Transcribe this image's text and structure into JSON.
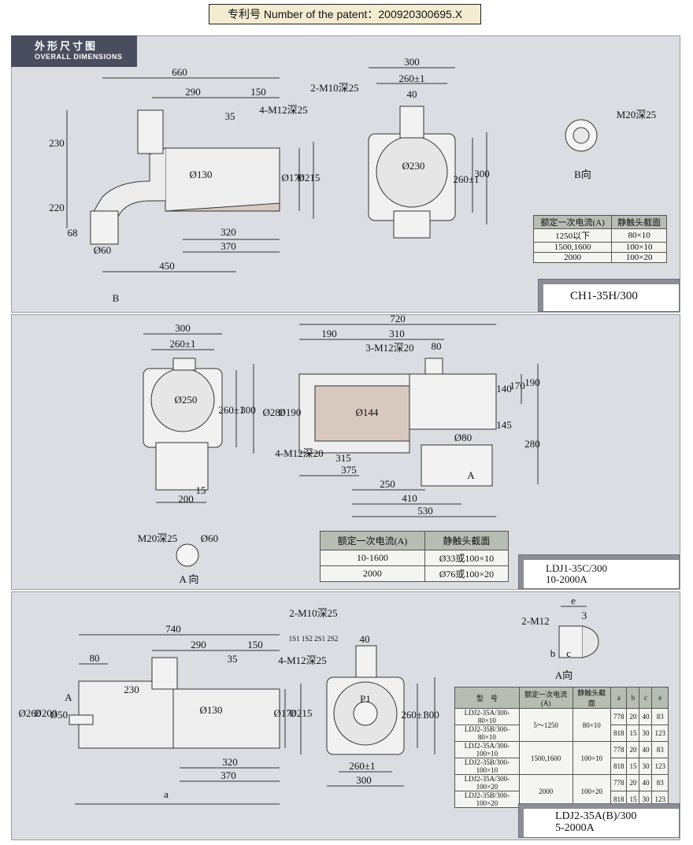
{
  "patent": "专利号 Number of the patent：200920300695.X",
  "header": {
    "cn": "外形尺寸图",
    "en": "OVERALL DIMENSIONS"
  },
  "panel1": {
    "model": "CH1-35H/300",
    "dims_side": [
      "660",
      "290",
      "150",
      "35",
      "4-M12深25",
      "230",
      "220",
      "68",
      "Ø60",
      "Ø130",
      "Ø170",
      "Ø215",
      "320",
      "370",
      "450",
      "B"
    ],
    "dims_front": [
      "300",
      "260±1",
      "2-M10深25",
      "40",
      "Ø230",
      "260±1",
      "300"
    ],
    "view_b": {
      "label": "M20深25",
      "caption": "B向"
    },
    "table": {
      "headers": [
        "额定一次电流(A)",
        "静触头截面"
      ],
      "rows": [
        [
          "1250以下",
          "80×10"
        ],
        [
          "1500,1600",
          "100×10"
        ],
        [
          "2000",
          "100×20"
        ]
      ]
    }
  },
  "panel2": {
    "model_line1": "LDJ1-35C/300",
    "model_line2": "10-2000A",
    "dims_front": [
      "300",
      "260±1",
      "Ø250",
      "260±1",
      "300",
      "200",
      "15"
    ],
    "dims_side": [
      "720",
      "190",
      "310",
      "80",
      "3-M12深20",
      "Ø280",
      "Ø190",
      "Ø144",
      "140",
      "170",
      "190",
      "145",
      "280",
      "Ø80",
      "A",
      "4-M12深20",
      "315",
      "375",
      "250",
      "410",
      "530"
    ],
    "view_a": {
      "label1": "M20深25",
      "label2": "Ø60",
      "caption": "A 向"
    },
    "table": {
      "headers": [
        "额定一次电流(A)",
        "静触头截面"
      ],
      "rows": [
        [
          "10-1600",
          "Ø33或100×10"
        ],
        [
          "2000",
          "Ø76或100×20"
        ]
      ]
    }
  },
  "panel3": {
    "model_line1": "LDJ2-35A(B)/300",
    "model_line2": "5-2000A",
    "dims_side": [
      "740",
      "80",
      "290",
      "150",
      "35",
      "230",
      "4-M12深25",
      "A",
      "Ø260",
      "Ø200",
      "Ø50",
      "Ø130",
      "Ø170",
      "Ø215",
      "320",
      "370",
      "a"
    ],
    "dims_front": [
      "2-M10深25",
      "1S1 1S2 2S1 2S2",
      "40",
      "P1",
      "260±1",
      "300",
      "260±1",
      "300"
    ],
    "view_a": {
      "label": "2-M12",
      "e": "e",
      "three": "3",
      "b": "b",
      "c": "c",
      "caption": "A向"
    },
    "table": {
      "headers": [
        "型　号",
        "额定一次电流(A)",
        "静触头截面",
        "a",
        "b",
        "c",
        "e"
      ],
      "rows": [
        [
          "LDJ2-35A/300-80×10",
          "5～1250",
          "80×10",
          "778",
          "20",
          "40",
          "83"
        ],
        [
          "LDJ2-35B/300-80×10",
          "",
          "",
          "818",
          "15",
          "30",
          "123"
        ],
        [
          "LDJ2-35A/300-100×10",
          "1500,1600",
          "100×10",
          "778",
          "20",
          "40",
          "83"
        ],
        [
          "LDJ2-35B/300-100×10",
          "",
          "",
          "818",
          "15",
          "30",
          "123"
        ],
        [
          "LDJ2-35A/300-100×20",
          "2000",
          "100×20",
          "778",
          "20",
          "40",
          "83"
        ],
        [
          "LDJ2-35B/300-100×20",
          "",
          "",
          "818",
          "15",
          "30",
          "123"
        ]
      ]
    }
  }
}
